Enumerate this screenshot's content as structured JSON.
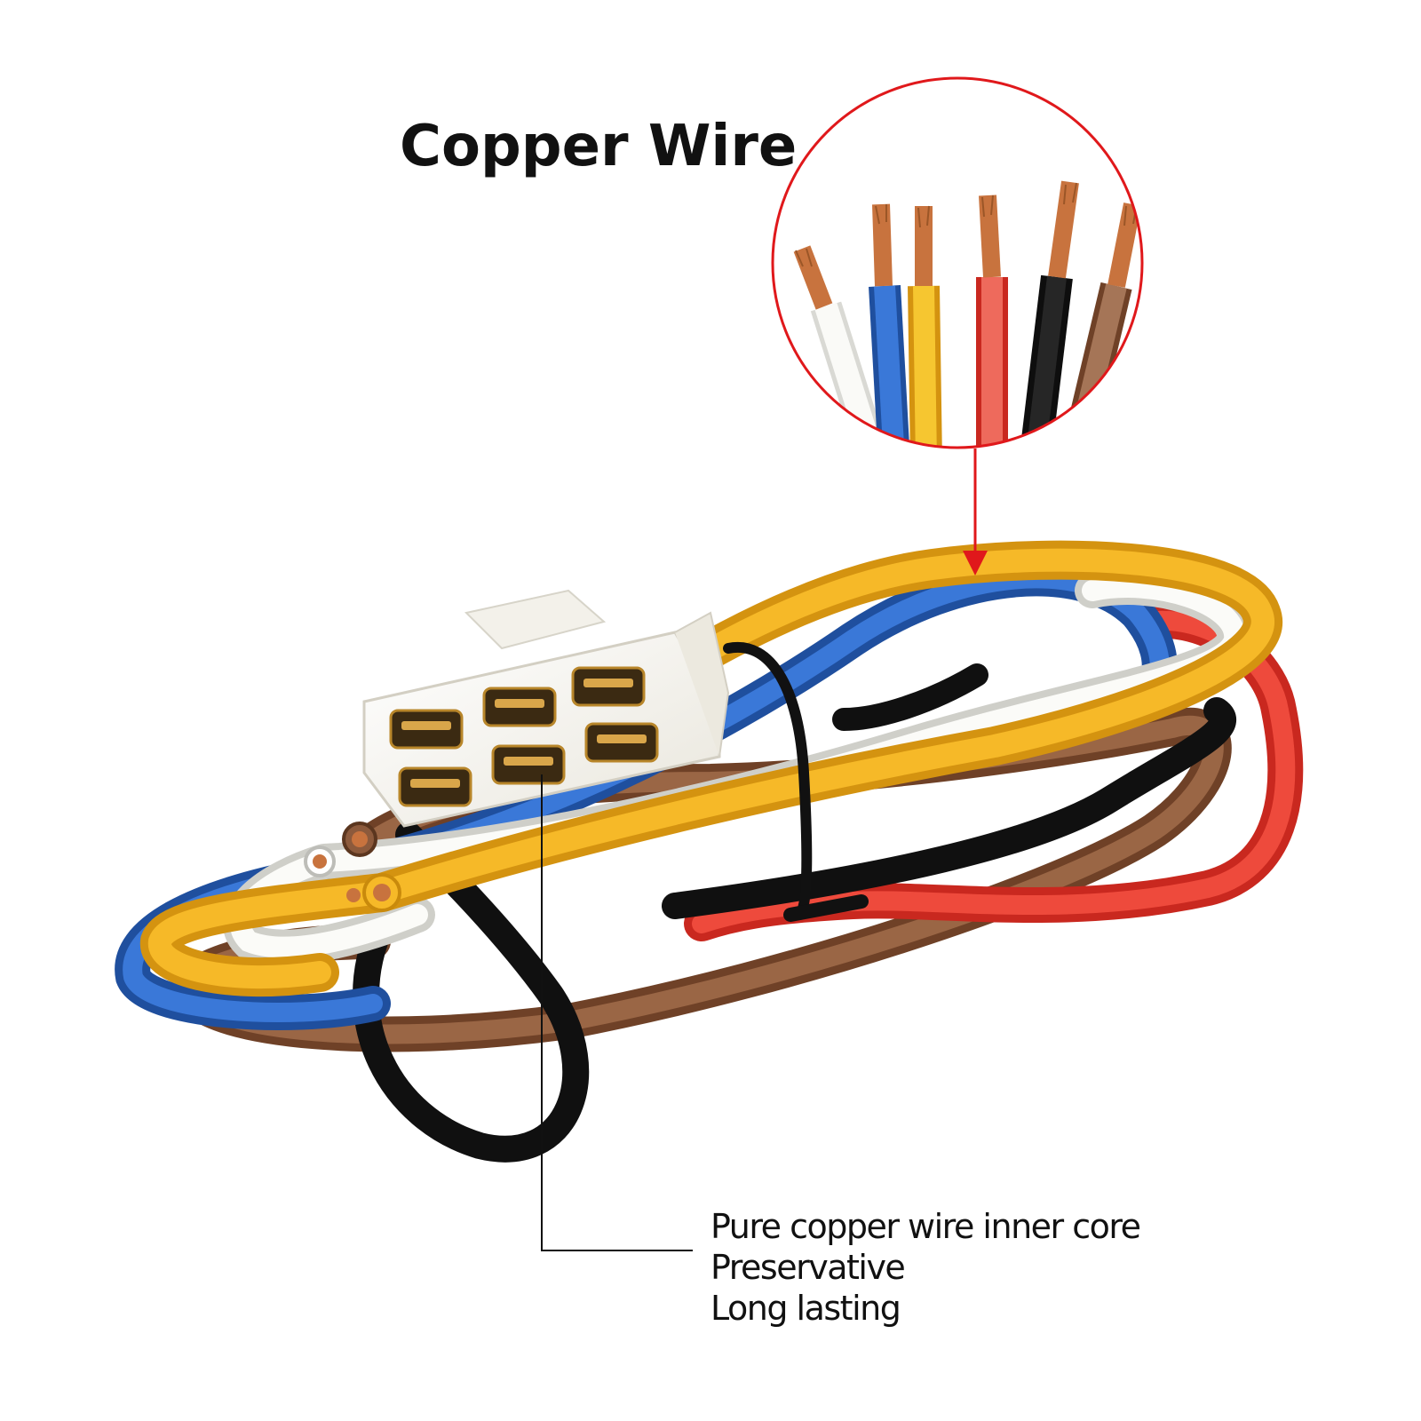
{
  "title": "Copper Wire",
  "callout": {
    "lines": [
      "Pure copper wire inner core",
      "Preservative",
      "Long lasting"
    ]
  },
  "colors": {
    "callout_circle": "#e0181b",
    "arrow": "#e0181b",
    "leader_line": "#111111",
    "copper": "#c8733e",
    "wires": {
      "white": "#f4f4f2",
      "blue": "#2f6fd0",
      "yellow": "#f4b520",
      "red": "#e94a3e",
      "black": "#151515",
      "brown": "#8c5a3c"
    }
  },
  "icons": [
    "zoom-callout-circle",
    "pointer-arrow",
    "wire-connector",
    "cable-tie"
  ]
}
